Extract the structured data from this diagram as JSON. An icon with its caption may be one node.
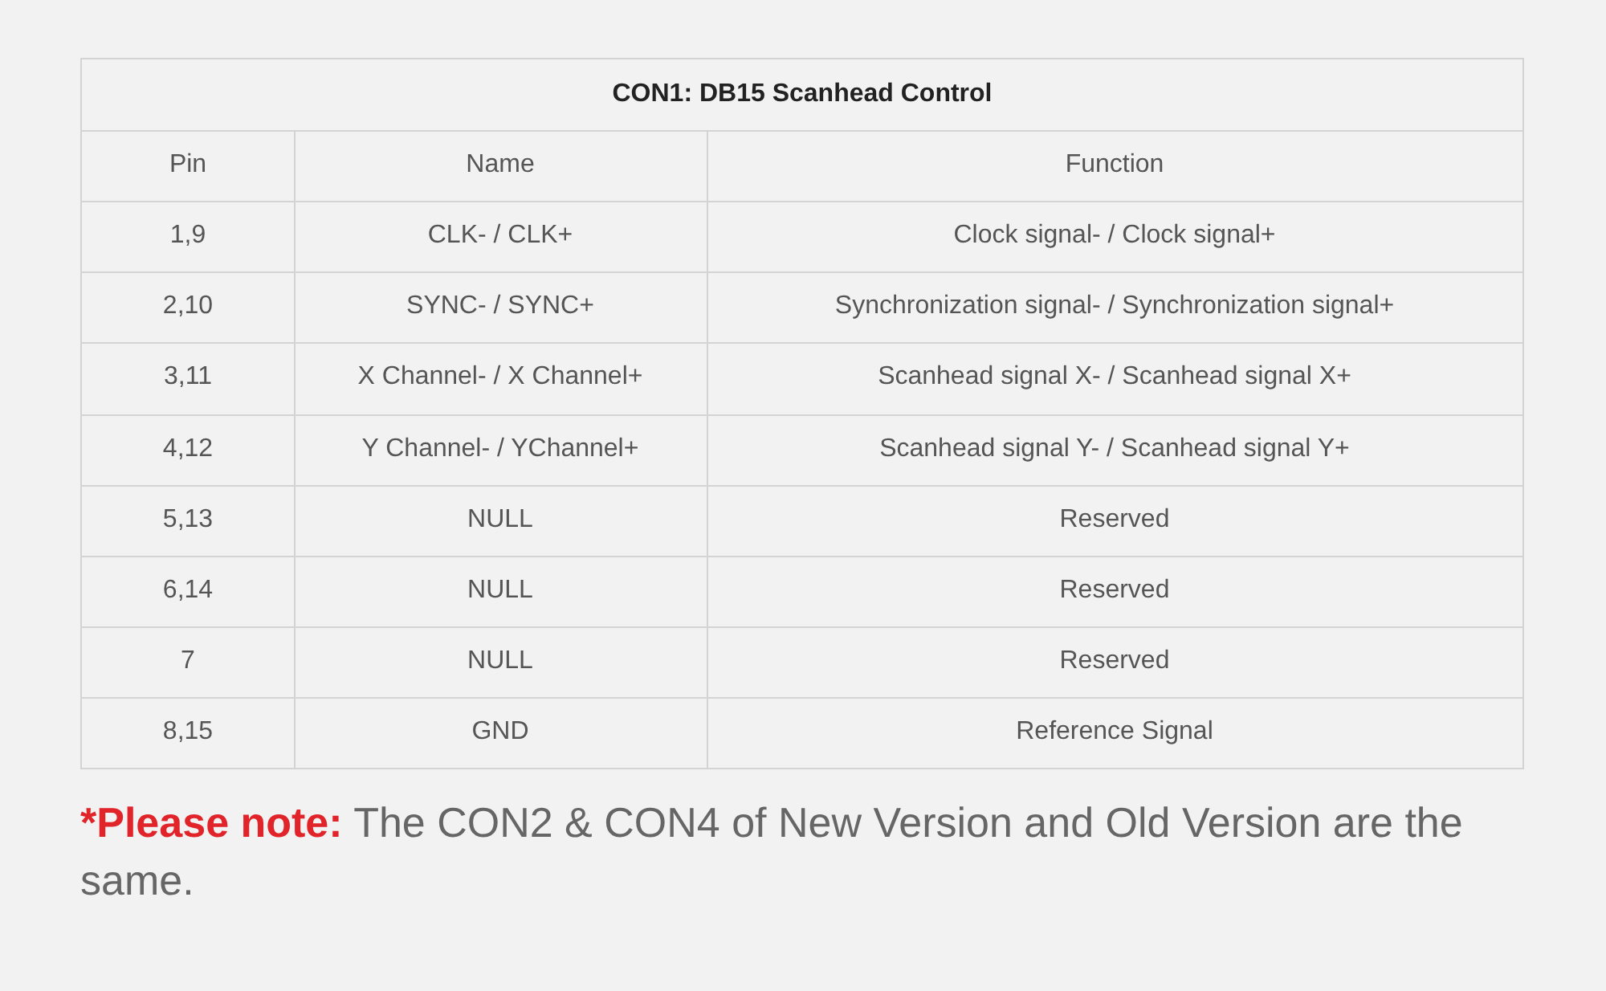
{
  "diagram": {
    "title": "CON1: DB15 Scanhead Control",
    "labels": [
      "Pin",
      "Name",
      "Function",
      "1,9",
      "CLK- / CLK+",
      "Clock signal- / Clock signal+",
      "2,10",
      "SYNC- / SYNC+",
      "Synchronization signal- / Synchronization signal+",
      "3,11",
      "X Channel- / X Channel+",
      "Scanhead signal X- / Scanhead signal X+",
      "4,12",
      "Y Channel- / YChannel+",
      "Scanhead signal Y- / Scanhead signal Y+",
      "5,13",
      "NULL",
      "Reserved",
      "6,14",
      "NULL",
      "Reserved",
      "7",
      "NULL",
      "Reserved",
      "8,15",
      "GND",
      "Reference Signal",
      "*Please note:",
      "The CON2 & CON4 of New Version and Old Version are the same."
    ]
  }
}
